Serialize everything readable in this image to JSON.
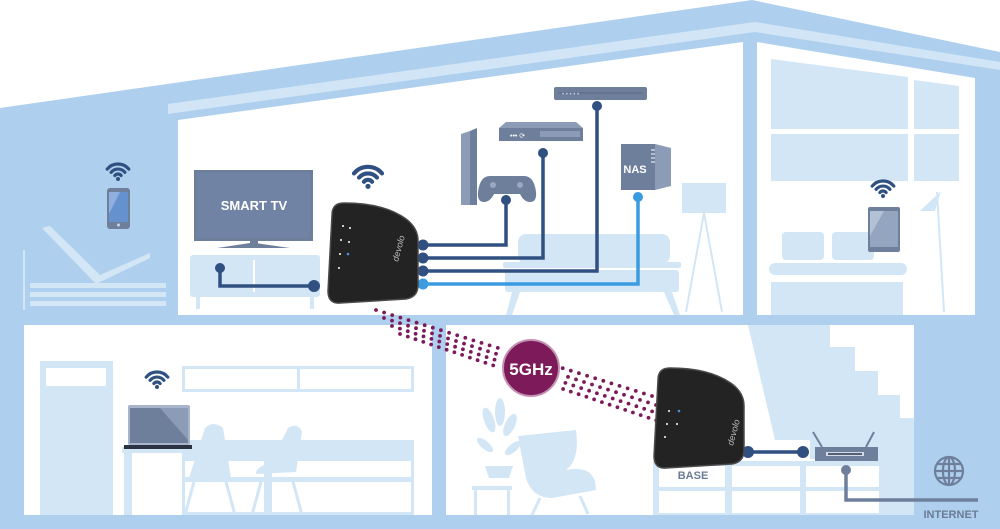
{
  "diagram": {
    "title": "",
    "colors": {
      "wall": "#aed0ee",
      "wall_light": "#d1e5f6",
      "furniture": "#d3e6f6",
      "room": "#ffffff",
      "cable_dark": "#2f5080",
      "cable_light": "#3b9be0",
      "wifi": "#2e5182",
      "device_gray": "#6e7f9c",
      "device_dark": "#232323",
      "wireless_link": "#7d1a5a",
      "label_gray": "#6b7b94"
    },
    "nodes": {
      "smart_tv": {
        "label": "SMART TV",
        "connection": "lan"
      },
      "adapter_upstairs": {
        "brand": "devolo",
        "role": "Wi-Fi adapter",
        "wifi": true
      },
      "game_console": {
        "label": "",
        "connection": "lan"
      },
      "bluray_player": {
        "label": "",
        "connection": "lan"
      },
      "set_top_box": {
        "label": "",
        "connection": "lan"
      },
      "nas": {
        "label": "NAS",
        "connection": "lan"
      },
      "smartphone": {
        "label": "",
        "connection": "wifi"
      },
      "tablet": {
        "label": "",
        "connection": "wifi"
      },
      "laptop": {
        "label": "",
        "connection": "wifi"
      },
      "adapter_base": {
        "brand": "devolo",
        "label": "BASE"
      },
      "router": {
        "label": "",
        "connection": "lan"
      },
      "internet": {
        "label": "INTERNET"
      }
    },
    "wireless_link": {
      "label": "5GHz",
      "from": "adapter_upstairs",
      "to": "adapter_base"
    },
    "edges": [
      {
        "from": "adapter_upstairs",
        "to": "smart_tv",
        "type": "lan"
      },
      {
        "from": "adapter_upstairs",
        "to": "game_console",
        "type": "lan"
      },
      {
        "from": "adapter_upstairs",
        "to": "bluray_player",
        "type": "lan"
      },
      {
        "from": "adapter_upstairs",
        "to": "set_top_box",
        "type": "lan"
      },
      {
        "from": "adapter_upstairs",
        "to": "nas",
        "type": "lan-highlight"
      },
      {
        "from": "adapter_base",
        "to": "router",
        "type": "lan"
      },
      {
        "from": "router",
        "to": "internet",
        "type": "wan"
      }
    ]
  }
}
